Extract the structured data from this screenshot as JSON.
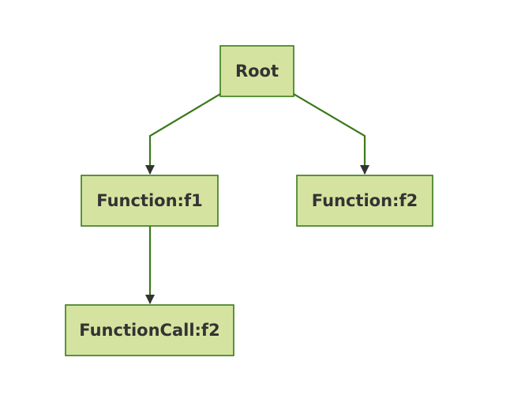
{
  "diagram": {
    "type": "tree",
    "colors": {
      "node_fill": "#d4e4a0",
      "node_stroke": "#3a7a1a",
      "edge": "#3a7a1a",
      "arrowhead": "#333333",
      "text": "#333333"
    },
    "nodes": [
      {
        "id": "root",
        "label": "Root"
      },
      {
        "id": "f1",
        "label": "Function:f1"
      },
      {
        "id": "f2",
        "label": "Function:f2"
      },
      {
        "id": "call_f2",
        "label": "FunctionCall:f2"
      }
    ],
    "edges": [
      {
        "from": "root",
        "to": "f1"
      },
      {
        "from": "root",
        "to": "f2"
      },
      {
        "from": "f1",
        "to": "call_f2"
      }
    ]
  }
}
